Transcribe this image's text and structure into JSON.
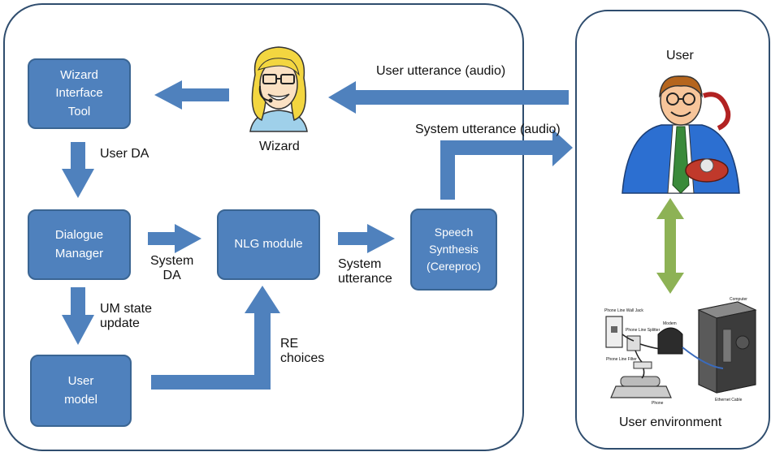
{
  "boxes": {
    "wizard_tool": "Wizard\nInterface\nTool",
    "dialogue_manager": "Dialogue\nManager",
    "user_model": "User\nmodel",
    "nlg_module": "NLG module",
    "speech_synthesis": "Speech\nSynthesis\n(Cereproc)"
  },
  "labels": {
    "wizard": "Wizard",
    "user": "User",
    "user_environment": "User environment",
    "user_utterance_audio": "User utterance  (audio)",
    "system_utterance_audio": "System utterance  (audio)",
    "user_da": "User DA",
    "system_da": "System\nDA",
    "system_utterance": "System\nutterance",
    "um_state_update": "UM state\nupdate",
    "re_choices": "RE\nchoices"
  },
  "environment_labels": {
    "computer": "Computer",
    "phone_line_wall_jack": "Phone Line Wall Jack",
    "phone_line_splitter": "Phone Line\nSplitter",
    "modem": "Modem",
    "phone_line_filter": "Phone Line Filter",
    "phone": "Phone",
    "ethernet_cable": "Ethernet Cable"
  },
  "colors": {
    "box_fill": "#4f81bd",
    "arrow_fill": "#4f81bd",
    "frame_stroke": "#2f4d6e",
    "link_arrow": "#8db255"
  }
}
